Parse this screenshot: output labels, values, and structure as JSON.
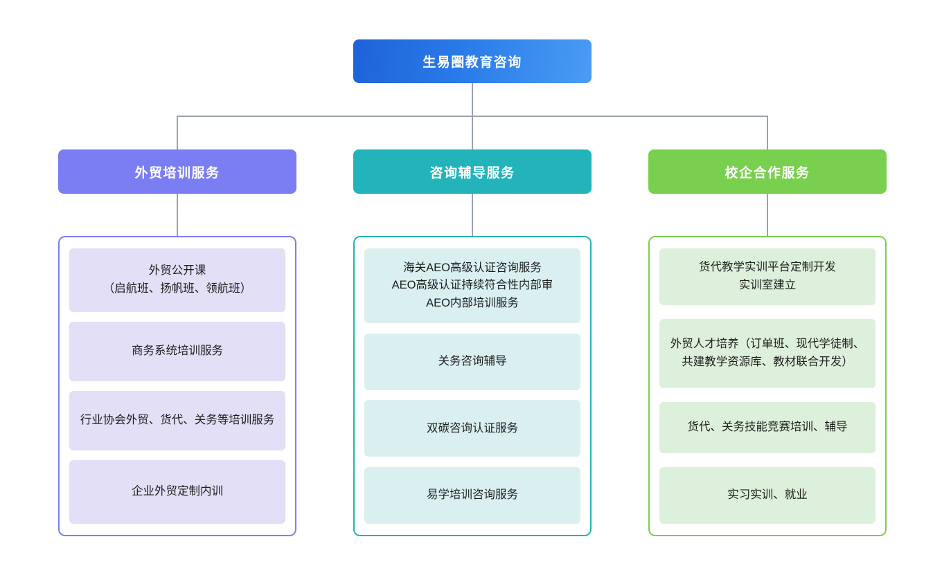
{
  "diagram": {
    "type": "organizational-tree",
    "root": {
      "label": "生易圈教育咨询",
      "color": "#2a7ae8",
      "gradient_from": "#1d63d8",
      "gradient_to": "#4a9cf5"
    },
    "connector_color": "#9aa2b1",
    "branches": [
      {
        "label": "外贸培训服务",
        "header_color": "#7b7ef2",
        "border_color": "#7b7ef2",
        "leaf_color": "#e2dff6",
        "items": [
          "外贸公开课\n（启航班、扬帆班、领航班）",
          "商务系统培训服务",
          "行业协会外贸、货代、关务等培训服务",
          "企业外贸定制内训"
        ]
      },
      {
        "label": "咨询辅导服务",
        "header_color": "#23b3ba",
        "border_color": "#23b3ba",
        "leaf_color": "#daf0f0",
        "items": [
          "海关AEO高级认证咨询服务\nAEO高级认证持续符合性内部审\nAEO内部培训服务",
          "关务咨询辅导",
          "双碳咨询认证服务",
          "易学培训咨询服务"
        ]
      },
      {
        "label": "校企合作服务",
        "header_color": "#79cf4e",
        "border_color": "#79cf4e",
        "leaf_color": "#ddf0db",
        "items": [
          "货代教学实训平台定制开发\n实训室建立",
          "外贸人才培养（订单班、现代学徒制、共建教学资源库、教材联合开发）",
          "货代、关务技能竞赛培训、辅导",
          "实习实训、就业"
        ]
      }
    ]
  }
}
